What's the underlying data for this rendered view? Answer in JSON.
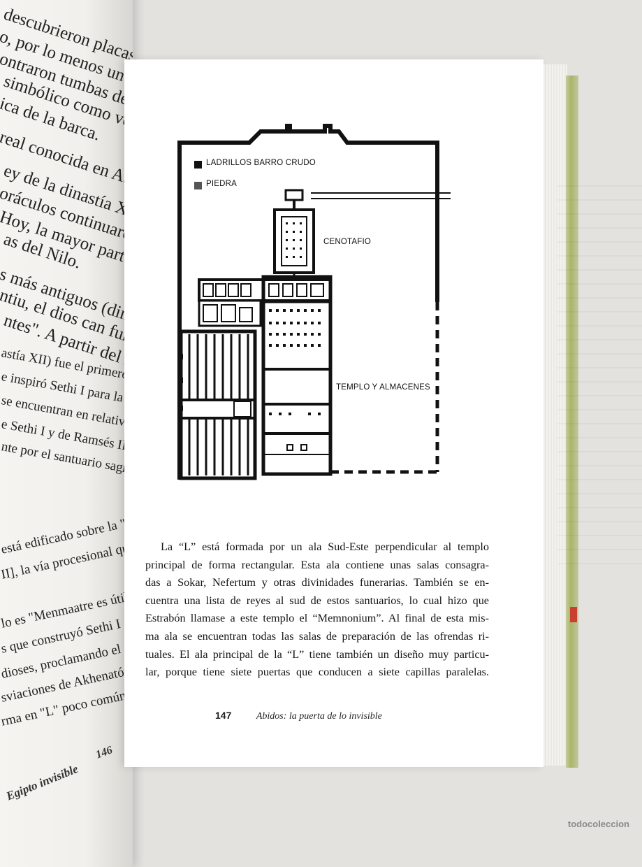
{
  "left_page": {
    "lines": [
      "descubrieron placas de",
      "o, por lo menos un siglo",
      "ontraron tumbas de barcas",
      "simbólico como vehículo",
      "ica de la barca.",
      "real conocida en Abidos",
      "ey de la dinastía XXII",
      "oráculos continuaron",
      "Hoy, la mayor parte de la",
      "as del Nilo.",
      "s más antiguos (dinastía",
      "ntiu, el dios can funerario",
      "ntes\". A partir del Medio",
      "astía XII) fue el primero en",
      "e inspiró Sethi I para la",
      "se encuentran en relativo",
      "e Sethi I y de Ramsés II.",
      "nte por el santuario sagrado",
      "está edificado sobre la \"Escalera",
      "II], la vía procesional que",
      "lo es \"Menmaatre es útil",
      "s que construyó Sethi I",
      "dioses, proclamando el",
      "sviaciones de Akhenatón",
      "rma en \"L\" poco común."
    ],
    "folio": "146",
    "running_head": "Egipto invisible"
  },
  "plan": {
    "legend": [
      {
        "label": "LADRILLOS BARRO CRUDO",
        "color": "#111111"
      },
      {
        "label": "PIEDRA",
        "color": "#555555"
      }
    ],
    "labels": {
      "cenotafio": "CENOTAFIO",
      "templo": "TEMPLO Y ALMACENES"
    }
  },
  "body": {
    "lines": [
      "La “L” está formada por un ala Sud-Este perpendicular al templo",
      "principal de forma rectangular. Esta ala contiene unas salas consagra-",
      "das a Sokar, Nefertum y otras divinidades funerarias. También se en-",
      "cuentra una lista de reyes al sud de estos santuarios, lo cual hizo que",
      "Estrabón llamase a este templo el “Memnonium”. Al final de esta mis-",
      "ma ala se encuentran todas las salas de preparación de las ofrendas ri-",
      "tuales. El ala principal de la “L” tiene también un diseño muy particu-",
      "lar, porque tiene siete puertas que conducen a siete capillas paralelas."
    ]
  },
  "footer": {
    "page_number": "147",
    "running_title": "Abidos: la puerta de lo invisible"
  },
  "watermark": "todocoleccion"
}
